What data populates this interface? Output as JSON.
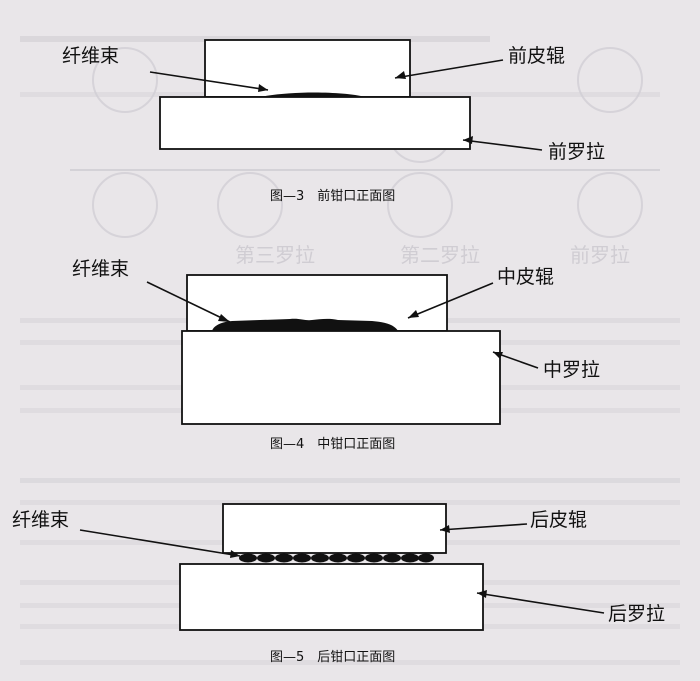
{
  "figures": [
    {
      "caption": "图—3　前钳口正面图",
      "fiber_label": "纤维束",
      "top_roller_label": "前皮辊",
      "bottom_roller_label": "前罗拉"
    },
    {
      "caption": "图—4　中钳口正面图",
      "fiber_label": "纤维束",
      "top_roller_label": "中皮辊",
      "bottom_roller_label": "中罗拉"
    },
    {
      "caption": "图—5　后钳口正面图",
      "fiber_label": "纤维束",
      "top_roller_label": "后皮辊",
      "bottom_roller_label": "后罗拉"
    }
  ],
  "bleed_through": {
    "label_1": "前罗拉",
    "label_2": "第二罗拉",
    "label_3": "第三罗拉"
  },
  "colors": {
    "paper": "#e9e6e9",
    "ink": "#111111",
    "ghost": "#b9b6bf"
  }
}
